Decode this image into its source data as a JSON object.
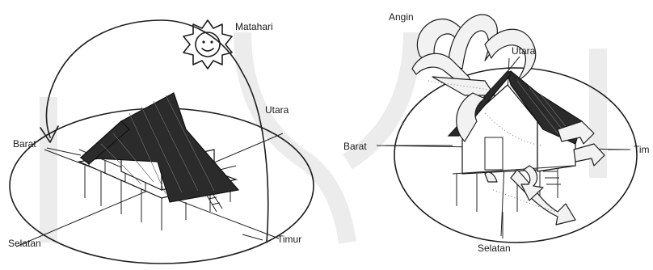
{
  "left_diagram": {
    "sun_label": "Matahari",
    "north_label": "Utara",
    "west_label": "Barat",
    "south_label": "Selatan",
    "east_label": "Timur"
  },
  "right_diagram": {
    "wind_label": "Angin",
    "north_label": "Utara",
    "west_label": "Barat",
    "south_label": "Selatan",
    "east_label": "Tim"
  }
}
